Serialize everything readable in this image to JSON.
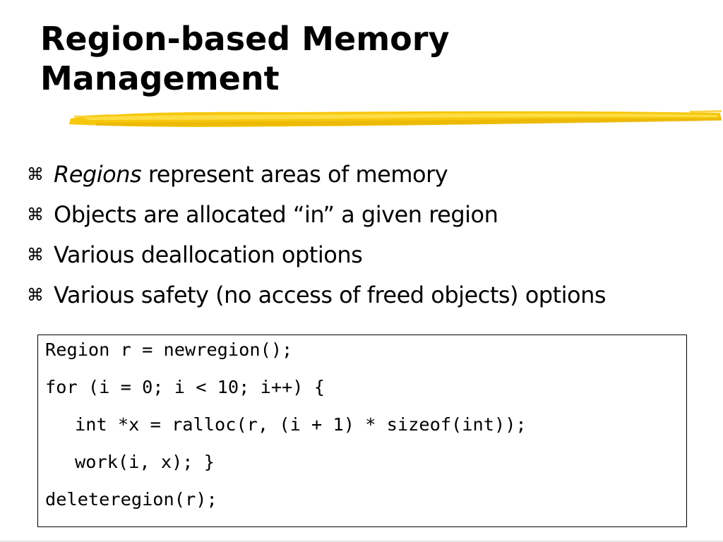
{
  "slide": {
    "title_lines": [
      "Region-based Memory",
      "Management"
    ],
    "bullet_marker": "⌘",
    "bullets": [
      {
        "emph": "Regions",
        "text": " represent areas of memory"
      },
      {
        "emph": "",
        "text": "Objects are allocated “in” a given region"
      },
      {
        "emph": "",
        "text": "Various deallocation options"
      },
      {
        "emph": "",
        "text": "Various safety (no access of freed objects) options"
      }
    ],
    "code_lines": [
      "Region r = newregion();",
      "for (i = 0; i < 10; i++) {",
      "int *x = ralloc(r, (i + 1) * sizeof(int));",
      "work(i, x); }",
      "deleteregion(r);"
    ]
  },
  "colors": {
    "brush_stroke": "#f5c400",
    "brush_highlight": "#ffe14d",
    "text": "#000000"
  }
}
